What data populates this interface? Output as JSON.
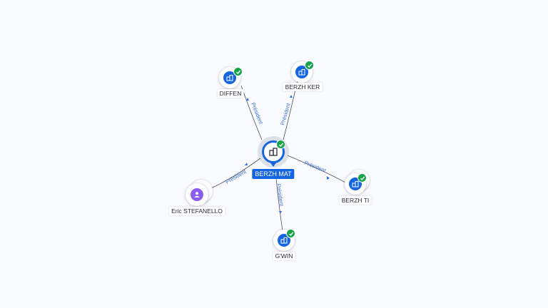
{
  "center": {
    "label": "BERZH MAT",
    "icon": "building-icon",
    "verified": true
  },
  "nodes": [
    {
      "id": "diffen",
      "label": "DIFFEN",
      "icon": "building-icon",
      "verified": true
    },
    {
      "id": "berzh-ker",
      "label": "BERZH KER",
      "icon": "building-icon",
      "verified": true
    },
    {
      "id": "berzh-ti",
      "label": "BERZH TI",
      "icon": "building-icon",
      "verified": true
    },
    {
      "id": "gwin",
      "label": "G'WIN",
      "icon": "building-icon",
      "verified": true
    },
    {
      "id": "eric",
      "label": "Eric STEFANELLO",
      "icon": "person-icon",
      "verified": false
    }
  ],
  "edges": [
    {
      "label": "Président"
    },
    {
      "label": "Président"
    },
    {
      "label": "Président"
    },
    {
      "label": "Président"
    },
    {
      "label": "Président"
    }
  ],
  "colors": {
    "accent": "#1565e0",
    "verified": "#17a34a",
    "person": "#8a5cf0",
    "edge_label": "#3b6fd6"
  }
}
